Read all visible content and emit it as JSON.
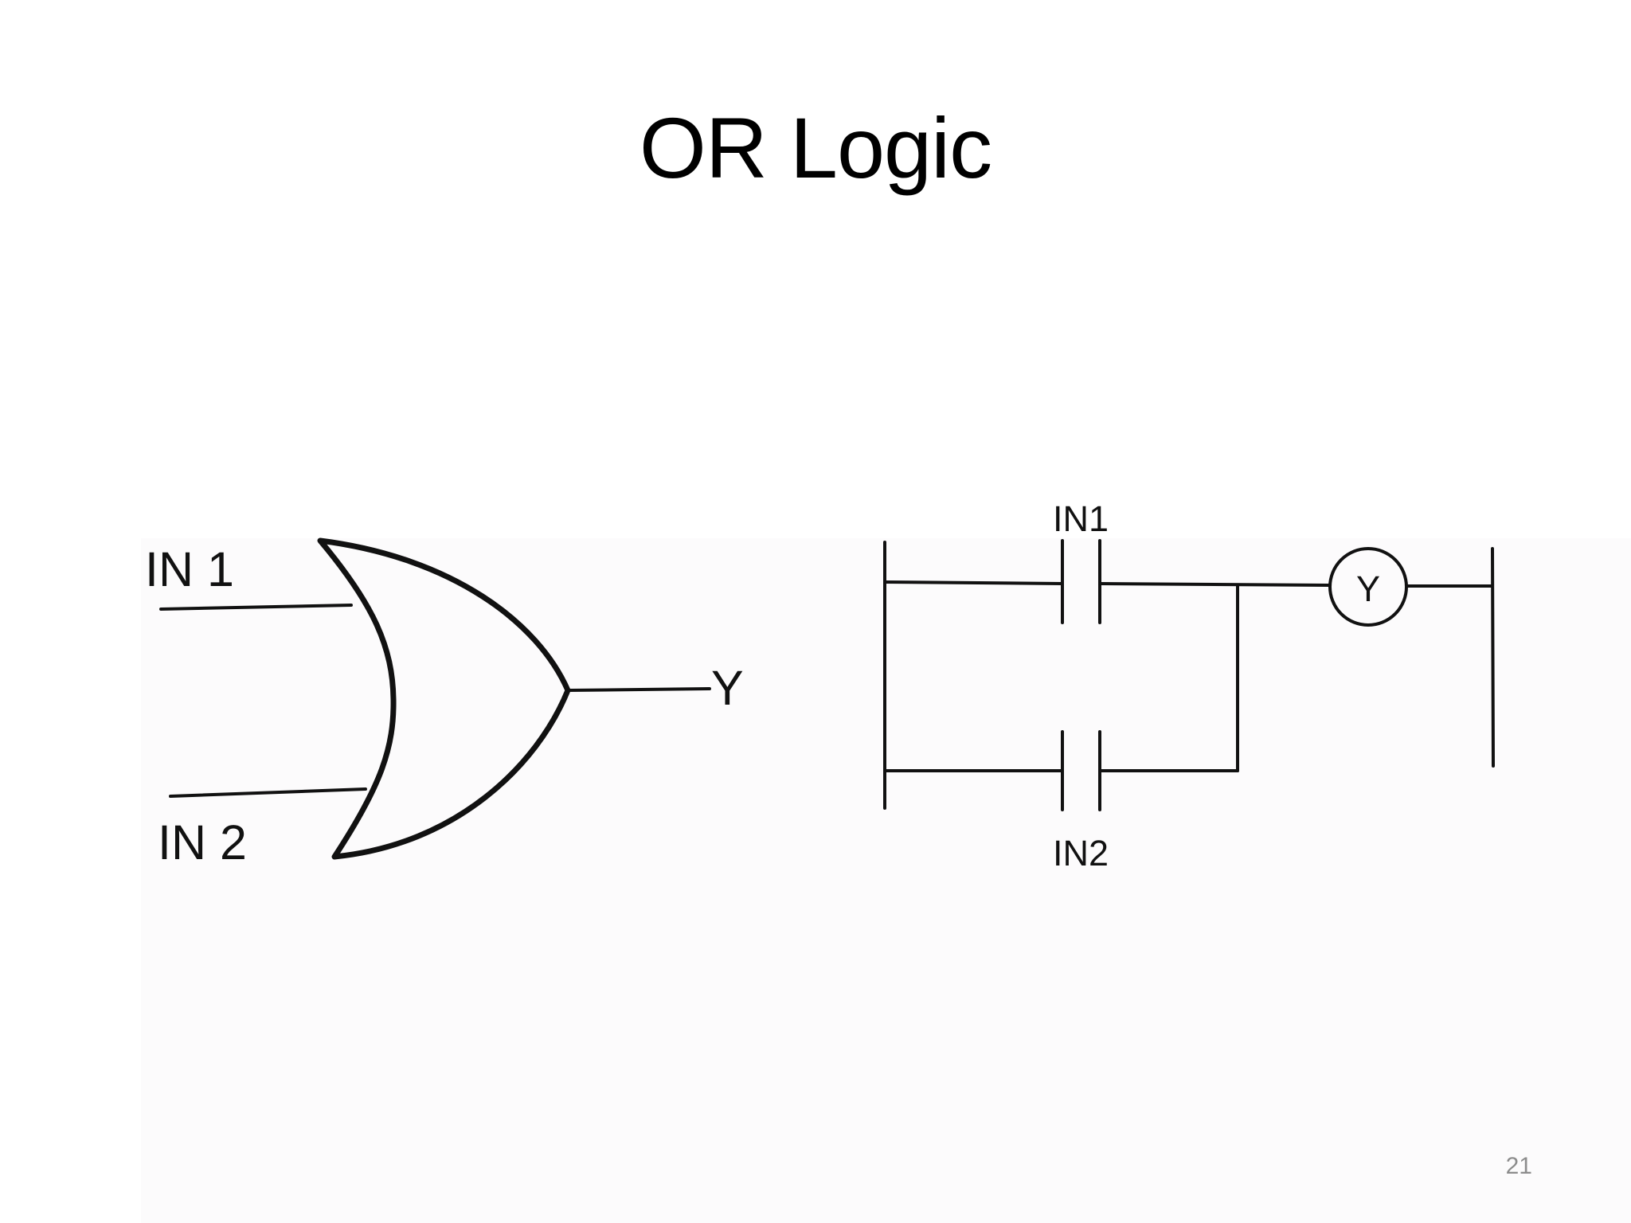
{
  "slide": {
    "title": "OR Logic",
    "page_number": "21"
  },
  "or_gate": {
    "input_1": "IN 1",
    "input_2": "IN 2",
    "output": "Y"
  },
  "ladder": {
    "contact_1": "IN1",
    "contact_2": "IN2",
    "coil": "Y"
  }
}
